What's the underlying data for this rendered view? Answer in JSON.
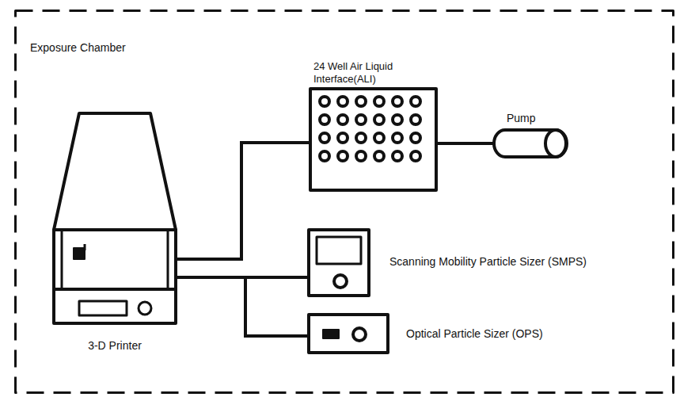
{
  "diagram": {
    "nodes": [
      {
        "text": [
          "Exposure Chamber"
        ]
      },
      {
        "text": [
          "3-D Printer"
        ],
        "in": 0
      },
      {
        "text": [
          "24 Well Air Liquid Interface(ALI)"
        ],
        "in": 0
      },
      {
        "text": [
          "Pump"
        ],
        "in": 0
      },
      {
        "text": [
          "Scanning Mobility Particle Sizer (SMPS)"
        ],
        "in": 0
      },
      {
        "text": [
          "Optical Particle Sizer (OPS)"
        ],
        "in": 0
      }
    ],
    "edges": [
      {
        "from": 1,
        "to": 2,
        "arrow": "none"
      },
      {
        "from": 2,
        "to": 3,
        "arrow": "none"
      },
      {
        "from": 1,
        "to": 4,
        "arrow": "none"
      },
      {
        "from": 1,
        "to": 5,
        "arrow": "none"
      }
    ]
  }
}
